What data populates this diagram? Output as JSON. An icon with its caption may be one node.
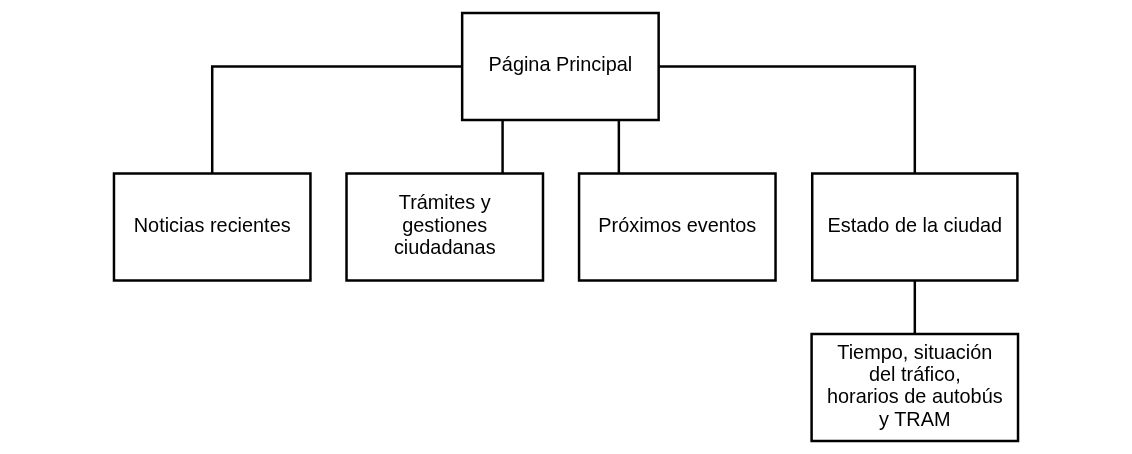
{
  "diagram": {
    "nodes": [
      {
        "text": [
          "Página Principal"
        ]
      },
      {
        "text": [
          "Noticias recientes"
        ]
      },
      {
        "text": [
          "Trámites y gestiones ciudadanas"
        ]
      },
      {
        "text": [
          "Próximos eventos"
        ]
      },
      {
        "text": [
          "Estado de la ciudad"
        ]
      },
      {
        "text": [
          "Tiempo, situación del tráfico, horarios de autobús y TRAM"
        ]
      }
    ],
    "edges": [
      {
        "from": 0,
        "to": 1,
        "arrow": "none"
      },
      {
        "from": 0,
        "to": 2,
        "arrow": "none"
      },
      {
        "from": 0,
        "to": 3,
        "arrow": "none"
      },
      {
        "from": 0,
        "to": 4,
        "arrow": "none"
      },
      {
        "from": 4,
        "to": 5,
        "arrow": "none"
      }
    ]
  }
}
